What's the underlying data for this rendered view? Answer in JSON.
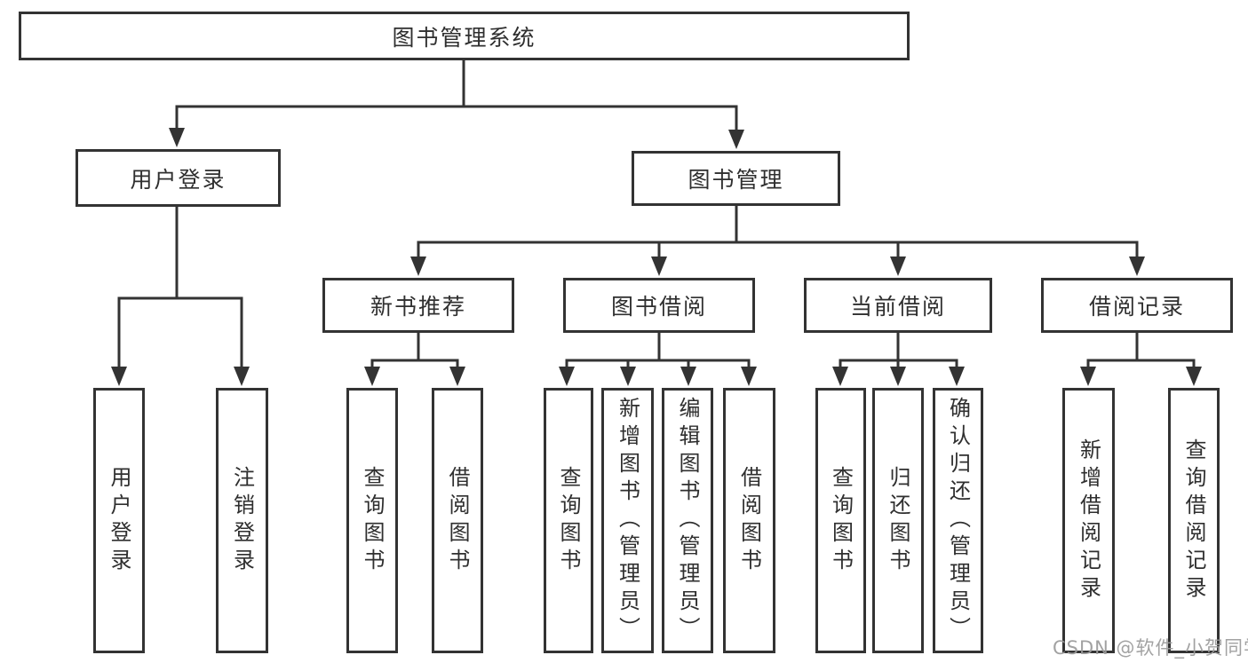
{
  "root": {
    "label": "图书管理系统"
  },
  "user_login": {
    "label": "用户登录",
    "children": [
      {
        "label": "用户登录"
      },
      {
        "label": "注销登录"
      }
    ]
  },
  "book_management": {
    "label": "图书管理",
    "groups": [
      {
        "label": "新书推荐",
        "children": [
          {
            "label": "查询图书"
          },
          {
            "label": "借阅图书"
          }
        ]
      },
      {
        "label": "图书借阅",
        "children": [
          {
            "label": "查询图书"
          },
          {
            "label": "新增图书（管理员）"
          },
          {
            "label": "编辑图书（管理员）"
          },
          {
            "label": "借阅图书"
          }
        ]
      },
      {
        "label": "当前借阅",
        "children": [
          {
            "label": "查询图书"
          },
          {
            "label": "归还图书"
          },
          {
            "label": "确认归还（管理员）"
          }
        ]
      },
      {
        "label": "借阅记录",
        "children": [
          {
            "label": "新增借阅记录"
          },
          {
            "label": "查询借阅记录"
          }
        ]
      }
    ]
  },
  "watermark": {
    "label": "CSDN @软件_小贺同学"
  },
  "colors": {
    "line": "#333333",
    "box_border": "#333333",
    "box_fill": "#ffffff",
    "text": "#2f2f2f",
    "watermark": "#9b9b9b",
    "background": "#ffffff"
  }
}
